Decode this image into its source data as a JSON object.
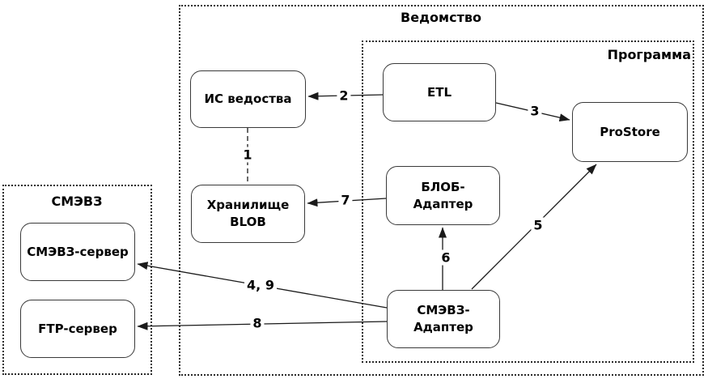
{
  "groups": {
    "vedomstvo": {
      "label": "Ведомство"
    },
    "programma": {
      "label": "Программа"
    },
    "smevz": {
      "label": "СМЭВЗ"
    }
  },
  "nodes": {
    "is_vedostva": {
      "label": "ИС ведоства"
    },
    "etl": {
      "label": "ETL"
    },
    "prostore": {
      "label": "ProStore"
    },
    "storage_blob": {
      "label": "Хранилище BLOB"
    },
    "blob_adapter": {
      "label": "БЛОБ-Адаптер"
    },
    "smevz_adapter": {
      "label": "СМЭВЗ-Адаптер"
    },
    "smevz_server": {
      "label": "СМЭВЗ-сервер"
    },
    "ftp_server": {
      "label": "FTP-сервер"
    }
  },
  "edges": {
    "e1": {
      "label": "1",
      "from": "ИС ведоства",
      "to": "Хранилище BLOB",
      "style": "dashed",
      "arrow": false
    },
    "e2": {
      "label": "2",
      "from": "ETL",
      "to": "ИС ведоства",
      "style": "solid",
      "arrow": true
    },
    "e3": {
      "label": "3",
      "from": "ETL",
      "to": "ProStore",
      "style": "solid",
      "arrow": true
    },
    "e4": {
      "label": "4, 9",
      "from": "СМЭВЗ-Адаптер",
      "to": "СМЭВЗ-сервер",
      "style": "solid",
      "arrow": true
    },
    "e5": {
      "label": "5",
      "from": "СМЭВЗ-Адаптер",
      "to": "ProStore",
      "style": "solid",
      "arrow": true
    },
    "e6": {
      "label": "6",
      "from": "СМЭВЗ-Адаптер",
      "to": "БЛОБ-Адаптер",
      "style": "solid",
      "arrow": true
    },
    "e7": {
      "label": "7",
      "from": "БЛОБ-Адаптер",
      "to": "Хранилище BLOB",
      "style": "solid",
      "arrow": true
    },
    "e8": {
      "label": "8",
      "from": "СМЭВЗ-Адаптер",
      "to": "FTP-сервер",
      "style": "solid",
      "arrow": true
    }
  },
  "colors": {
    "background": "#ffffff",
    "line": "#1a1a1a",
    "node_border": "#3a3a3a",
    "group_border": "#2b2b2b",
    "text": "#000000"
  }
}
